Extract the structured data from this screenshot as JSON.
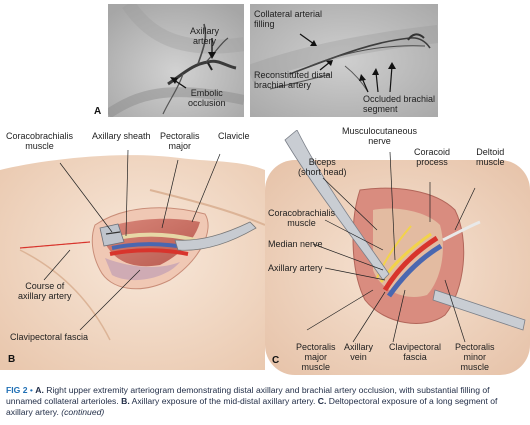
{
  "panels": {
    "a": {
      "letter": "A",
      "labels": {
        "axillary_artery": [
          "Axillary",
          "artery"
        ],
        "embolic_occlusion": [
          "Embolic",
          "occlusion"
        ],
        "collateral_filling": [
          "Collateral arterial",
          "filling"
        ],
        "reconstituted": [
          "Reconstituted distal",
          "brachial artery"
        ],
        "occluded_segment": [
          "Occluded brachial",
          "segment"
        ]
      }
    },
    "b": {
      "letter": "B",
      "labels": {
        "coracobrachialis": [
          "Coracobrachialis",
          "muscle"
        ],
        "axillary_sheath": [
          "Axillary sheath"
        ],
        "pectoralis_major": [
          "Pectoralis",
          "major"
        ],
        "clavicle": [
          "Clavicle"
        ],
        "course_axillary": [
          "Course of",
          "axillary artery"
        ],
        "clavipectoral_fascia": [
          "Clavipectoral fascia"
        ]
      }
    },
    "c": {
      "letter": "C",
      "labels": {
        "musculocutaneous": [
          "Musculocutaneous",
          "nerve"
        ],
        "biceps": [
          "Biceps",
          "(short head)"
        ],
        "coracoid": [
          "Coracoid",
          "process"
        ],
        "deltoid": [
          "Deltoid",
          "muscle"
        ],
        "coracobrachialis": [
          "Coracobrachialis",
          "muscle"
        ],
        "median_nerve": [
          "Median nerve"
        ],
        "axillary_artery": [
          "Axillary artery"
        ],
        "pectoralis_major": [
          "Pectoralis",
          "major",
          "muscle"
        ],
        "axillary_vein": [
          "Axillary",
          "vein"
        ],
        "clavipectoral": [
          "Clavipectoral",
          "fascia"
        ],
        "pectoralis_minor": [
          "Pectoralis",
          "minor",
          "muscle"
        ]
      }
    }
  },
  "caption": {
    "fig_label": "FIG 2",
    "bullet": "•",
    "a_label": "A.",
    "a_text": "Right upper extremity arteriogram demonstrating distal axillary and brachial artery occlusion, with substantial filling of unnamed collateral arterioles.",
    "b_label": "B.",
    "b_text": "Axillary exposure of the mid-distal axillary artery.",
    "c_label": "C.",
    "c_text": "Deltopectoral exposure of a long segment of axillary artery.",
    "continued": "(continued)"
  },
  "colors": {
    "caption_accent": "#1f6fb5",
    "xray_bg": "#b8b8b8",
    "skin": "#f3ddc9",
    "muscle": "#c86a5f",
    "artery": "#d8342c",
    "vein": "#4a67b0",
    "nerve": "#f2d34a"
  }
}
